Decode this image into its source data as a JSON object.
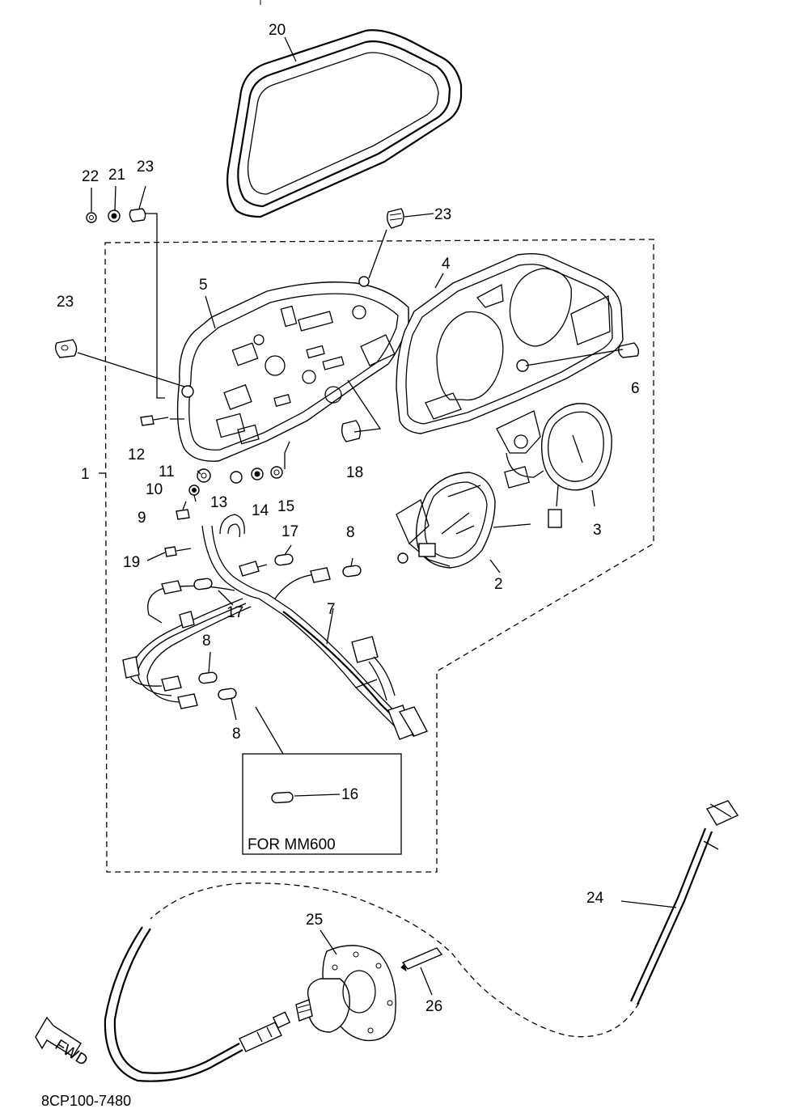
{
  "diagram": {
    "part_labels": {
      "p1": "1",
      "p2": "2",
      "p3": "3",
      "p4": "4",
      "p5": "5",
      "p6": "6",
      "p7": "7",
      "p8a": "8",
      "p8b": "8",
      "p8c": "8",
      "p9": "9",
      "p10": "10",
      "p11": "11",
      "p12": "12",
      "p13": "13",
      "p14": "14",
      "p15": "15",
      "p16": "16",
      "p17a": "17",
      "p17b": "17",
      "p18": "18",
      "p19": "19",
      "p20": "20",
      "p21": "21",
      "p22": "22",
      "p23a": "23",
      "p23b": "23",
      "p23c": "23",
      "p24": "24",
      "p25": "25",
      "p26": "26"
    },
    "inset_note": "FOR MM600",
    "forward_marker": "FWD",
    "drawing_code": "8CP100-7480"
  }
}
